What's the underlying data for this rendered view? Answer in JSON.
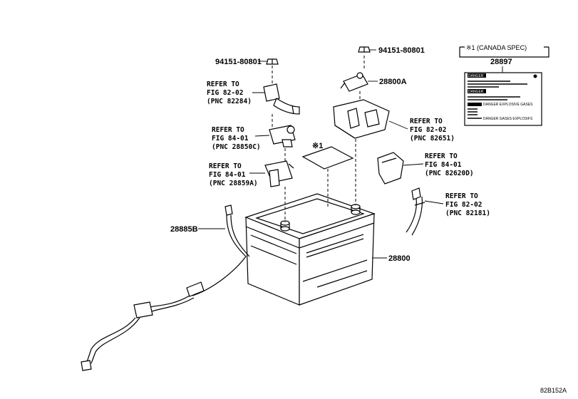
{
  "parts": {
    "nut_left": "94151-80801",
    "nut_right": "94151-80801",
    "terminal": "28800A",
    "cable": "28885B",
    "battery": "28800",
    "label_part": "28897"
  },
  "refs": {
    "r82284": [
      "REFER TO",
      "FIG 82-02",
      "(PNC 82284)"
    ],
    "r28850c": [
      "REFER TO",
      "FIG 84-01",
      "(PNC 28850C)"
    ],
    "r28859a": [
      "REFER TO",
      "FIG 84-01",
      "(PNC 28859A)"
    ],
    "r82651": [
      "REFER TO",
      "FIG 82-02",
      "(PNC 82651)"
    ],
    "r82620d": [
      "REFER TO",
      "FIG 84-01",
      "(PNC 82620D)"
    ],
    "r82181": [
      "REFER TO",
      "FIG 82-02",
      "(PNC 82181)"
    ]
  },
  "note_mark": "※1",
  "canada_box": {
    "title": "※1 (CANADA SPEC)",
    "label_lines": [
      "DANGER",
      "DANGER",
      "DANGER EXPLOSIVE GASES",
      "DANGER GASES EXPLOSIFS"
    ]
  },
  "figure_id": "82B152A"
}
